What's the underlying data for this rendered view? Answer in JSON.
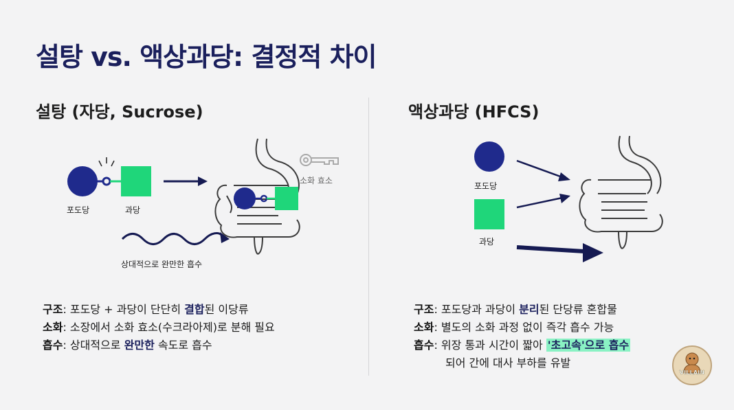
{
  "title": "설탕 vs. 액상과당: 결정적 차이",
  "left": {
    "heading": "설탕 (자당, Sucrose)",
    "glucose_label": "포도당",
    "fructose_label": "과당",
    "enzyme_label": "소화 효소",
    "absorption_label": "상대적으로 완만한 흡수",
    "rows": [
      {
        "key": "구조",
        "pre": ": 포도당 + 과당이 단단히 ",
        "hl": "결합",
        "post": "된 이당류"
      },
      {
        "key": "소화",
        "pre": ": 소장에서 소화 효소(수크라아제)로 분해 필요",
        "hl": "",
        "post": ""
      },
      {
        "key": "흡수",
        "pre": ": 상대적으로 ",
        "hl": "완만한",
        "post": " 속도로 흡수"
      }
    ]
  },
  "right": {
    "heading": "액상과당 (HFCS)",
    "glucose_label": "포도당",
    "fructose_label": "과당",
    "rows": [
      {
        "key": "구조",
        "pre": ": 포도당과 과당이 ",
        "hl": "분리",
        "post": "된 단당류 혼합물"
      },
      {
        "key": "소화",
        "pre": ": 별도의 소화 과정 없이 즉각 흡수 가능",
        "hl": "",
        "post": ""
      },
      {
        "key": "흡수",
        "pre": ": 위장 통과 시간이 짧아 ",
        "mark": "'초고속'으로 흡수",
        "post": ""
      }
    ],
    "row3_cont": "되어 간에 대사 부하를 유발"
  },
  "badge_text": "VILLAIN",
  "colors": {
    "glucose": "#1f2a8c",
    "fructose": "#1fd67a",
    "arrow": "#151a52",
    "title": "#1a1f5c"
  }
}
